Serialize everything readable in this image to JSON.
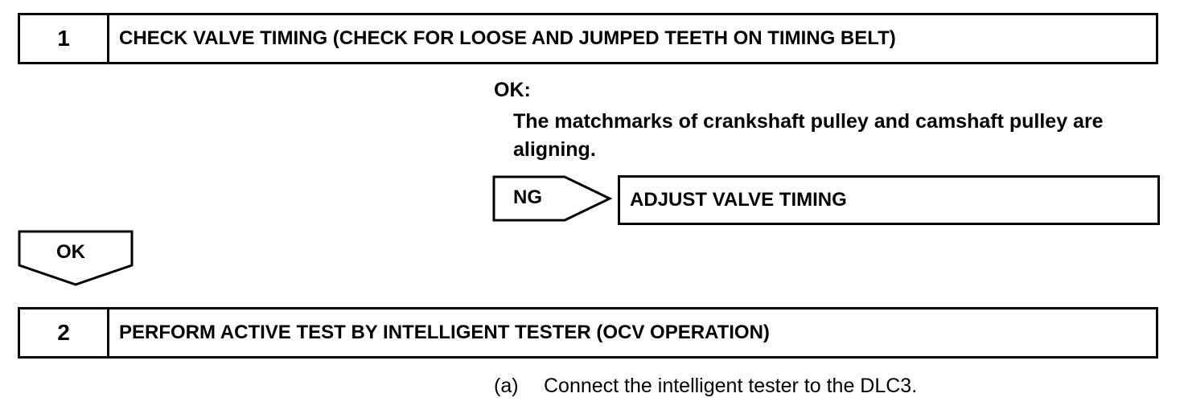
{
  "step1": {
    "number": "1",
    "title": "CHECK VALVE TIMING (CHECK FOR LOOSE AND JUMPED TEETH ON TIMING BELT)"
  },
  "ok_condition": {
    "heading": "OK:",
    "text": "The matchmarks of crankshaft pulley and camshaft pulley are aligning."
  },
  "ng_branch": {
    "label": "NG",
    "action": "ADJUST VALVE TIMING"
  },
  "ok_branch": {
    "label": "OK"
  },
  "step2": {
    "number": "2",
    "title": "PERFORM ACTIVE TEST BY INTELLIGENT TESTER (OCV OPERATION)"
  },
  "instruction": {
    "marker": "(a)",
    "text": "Connect the intelligent tester to the DLC3."
  }
}
